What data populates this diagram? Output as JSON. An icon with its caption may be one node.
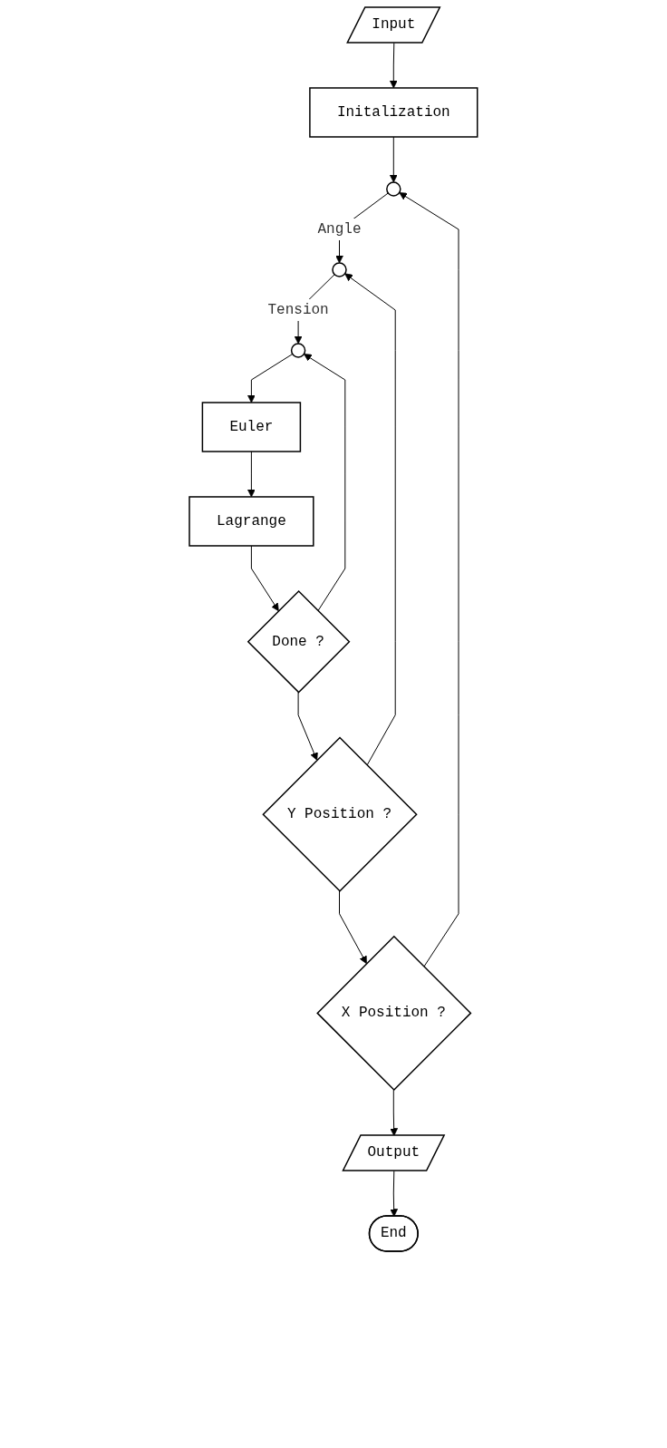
{
  "diagram": {
    "nodes": [
      {
        "text": [
          "Input"
        ]
      },
      {
        "text": [
          "Initalization"
        ]
      },
      {
        "text": [],
        "shape": "circle"
      },
      {
        "text": [],
        "shape": "circle"
      },
      {
        "text": [],
        "shape": "circle"
      },
      {
        "text": [
          "Euler"
        ]
      },
      {
        "text": [
          "Lagrange"
        ]
      },
      {
        "text": [
          "Done ?"
        ]
      },
      {
        "text": [
          "Y Position ?"
        ]
      },
      {
        "text": [
          "X Position ?"
        ]
      },
      {
        "text": [
          "Output"
        ]
      },
      {
        "text": [
          "End"
        ]
      }
    ],
    "edges": [
      {
        "from": 0,
        "to": 1,
        "arrow": "to"
      },
      {
        "from": 1,
        "to": 2,
        "arrow": "to"
      },
      {
        "from": 2,
        "to": 3,
        "label": "Angle",
        "arrow": "to"
      },
      {
        "from": 3,
        "to": 4,
        "label": "Tension",
        "arrow": "to"
      },
      {
        "from": 4,
        "to": 5,
        "arrow": "to"
      },
      {
        "from": 5,
        "to": 6,
        "arrow": "to"
      },
      {
        "from": 6,
        "to": 7,
        "arrow": "to"
      },
      {
        "from": 7,
        "to": 4,
        "arrow": "to"
      },
      {
        "from": 7,
        "to": 8,
        "arrow": "to"
      },
      {
        "from": 8,
        "to": 3,
        "arrow": "to"
      },
      {
        "from": 8,
        "to": 9,
        "arrow": "to"
      },
      {
        "from": 9,
        "to": 2,
        "arrow": "to"
      },
      {
        "from": 9,
        "to": 10,
        "arrow": "to"
      },
      {
        "from": 10,
        "to": 11,
        "arrow": "to"
      }
    ]
  }
}
